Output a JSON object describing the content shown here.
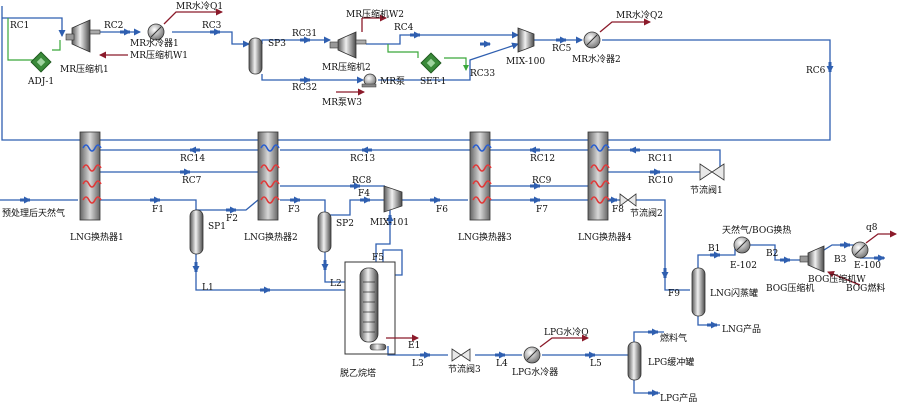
{
  "streams": {
    "rc1": "RC1",
    "rc2": "RC2",
    "rc3": "RC3",
    "rc31": "RC31",
    "rc32": "RC32",
    "rc4": "RC4",
    "rc33": "RC33",
    "rc5": "RC5",
    "rc6": "RC6",
    "rc14": "RC14",
    "rc13": "RC13",
    "rc12": "RC12",
    "rc11": "RC11",
    "rc7": "RC7",
    "rc8": "RC8",
    "rc9": "RC9",
    "rc10": "RC10",
    "f1": "F1",
    "f2": "F2",
    "f3": "F3",
    "f4": "F4",
    "f5": "F5",
    "f6": "F6",
    "f7": "F7",
    "f8": "F8",
    "f9": "F9",
    "l1": "L1",
    "l2": "L2",
    "l3": "L3",
    "l4": "L4",
    "l5": "L5",
    "e1": "E1",
    "b1": "B1",
    "b2": "B2",
    "b3": "B3",
    "q8": "q8"
  },
  "units": {
    "mr_compressor1": "MR压缩机1",
    "mr_compressor_w1": "MR压缩机W1",
    "mr_water_cooler1": "MR水冷器1",
    "mr_water_cooling_q1": "MR水冷Q1",
    "adj1": "ADJ-1",
    "sp3": "SP3",
    "mr_compressor2": "MR压缩机2",
    "mr_compressor_w2": "MR压缩机W2",
    "set1": "SET-1",
    "mix100": "MIX-100",
    "mr_water_cooler2": "MR水冷器2",
    "mr_water_cooling_q2": "MR水冷Q2",
    "mr_pump": "MR泵",
    "mr_pump_w3": "MR泵W3",
    "lng_hx1": "LNG换热器1",
    "lng_hx2": "LNG换热器2",
    "lng_hx3": "LNG换热器3",
    "lng_hx4": "LNG换热器4",
    "throttle1": "节流阀1",
    "throttle2": "节流阀2",
    "throttle3": "节流阀3",
    "feed_gas": "预处理后天然气",
    "sp1": "SP1",
    "sp2": "SP2",
    "mix101": "MIX-101",
    "deethanizer": "脱乙烷塔",
    "lpg_water_cooling_q": "LPG水冷Q",
    "lpg_water_cooler": "LPG水冷器",
    "fuel_gas": "燃料气",
    "lpg_buffer_tank": "LPG缓冲罐",
    "lpg_product": "LPG产品",
    "lng_flash_drum": "LNG闪蒸罐",
    "lng_product": "LNG产品",
    "ng_bog_hx": "天然气/BOG换热",
    "e102": "E-102",
    "e100": "E-100",
    "bog_fuel": "BOG燃料",
    "bog_compressor": "BOG压缩机",
    "bog_compressor_w": "BOG压缩机W"
  },
  "colors": {
    "material_stream": "#2f5fb0",
    "energy_stream": "#8b1a2a",
    "logic_stream": "#3aa83a",
    "hx_hot": "#e03a3a",
    "hx_cold": "#2a5fd0"
  }
}
